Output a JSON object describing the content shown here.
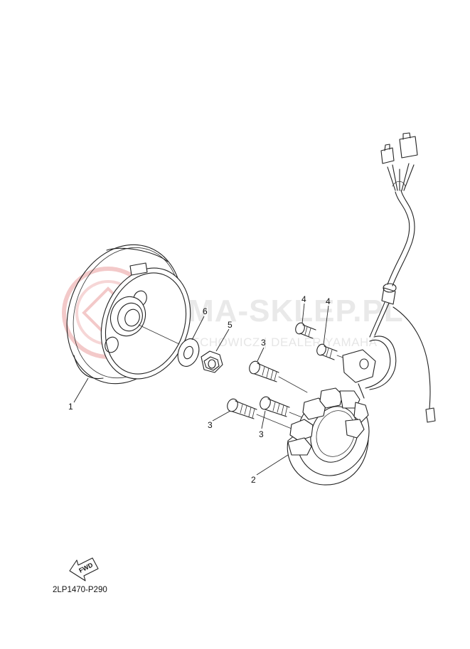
{
  "watermark": {
    "title": "YAMA-SKLEP.PL",
    "subtitle": "WOJCIECHOWICZ | DEALER YAMAHA",
    "logo_color": "#f3c9c9",
    "text_color": "#e9e9e9"
  },
  "callouts": {
    "p1": "1",
    "p2": "2",
    "p3a": "3",
    "p3b": "3",
    "p3c": "3",
    "p4a": "4",
    "p4b": "4",
    "p5": "5",
    "p6": "6"
  },
  "fwd_label": "FWD",
  "diagram_code": "2LP1470-P290"
}
